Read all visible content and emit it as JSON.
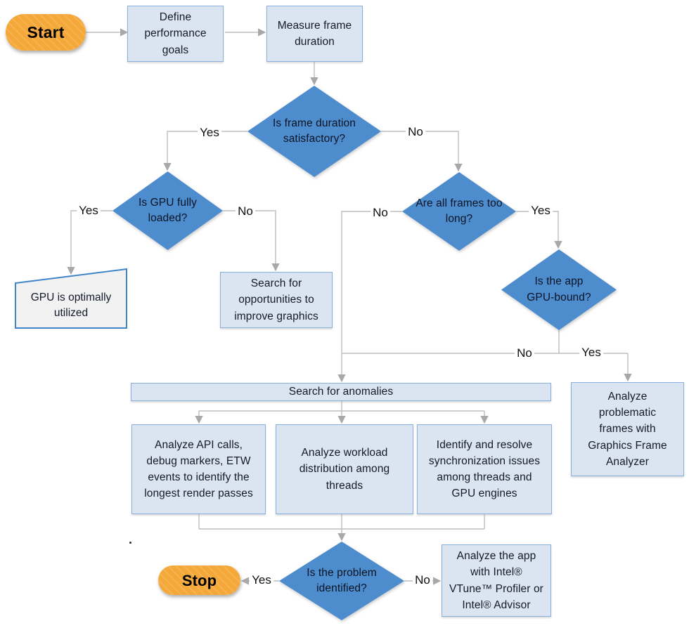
{
  "colors": {
    "canvas_bg": "#ffffff",
    "diamond": "#4d8dce",
    "diamond_text": "#0c1322",
    "box_fill": "#dbe5f2",
    "box_border": "#8ab1de",
    "box_text": "#14192a",
    "result_fill": "#f2f2f2",
    "result_border": "#3e86c8",
    "line": "#bdbdbd",
    "arrow": "#a8a8a8",
    "pill_fill": "#f4a83a",
    "pill_stripe": "#f6b350",
    "pill_text": "#000000",
    "label_text": "#101010"
  },
  "nodes": {
    "start": {
      "label": "Start"
    },
    "define_goals": {
      "label": "Define performance goals"
    },
    "measure_frame": {
      "label": "Measure frame duration"
    },
    "d_frame_satisfactory": {
      "label": "Is frame duration satisfactory?"
    },
    "d_gpu_loaded": {
      "label": "Is GPU fully loaded?"
    },
    "gpu_utilized": {
      "label": "GPU is optimally utilized"
    },
    "search_opportunities": {
      "label": "Search for opportunities to improve graphics"
    },
    "d_frames_too_long": {
      "label": "Are all frames too long?"
    },
    "d_gpu_bound": {
      "label": "Is the app GPU-bound?"
    },
    "search_anomalies": {
      "label": "Search for anomalies"
    },
    "analyze_api": {
      "label": "Analyze API calls, debug markers, ETW events to identify the longest render passes"
    },
    "analyze_workload": {
      "label": "Analyze workload distribution among threads"
    },
    "identify_sync": {
      "label": "Identify and resolve synchronization issues among threads and GPU engines"
    },
    "analyze_frames": {
      "label": "Analyze problematic frames with Graphics Frame Analyzer"
    },
    "d_problem_identified": {
      "label": "Is the problem identified?"
    },
    "stop": {
      "label": "Stop"
    },
    "analyze_vtune": {
      "label": "Analyze the app with Intel® VTune™ Profiler or Intel® Advisor"
    }
  },
  "edge_labels": {
    "d1_yes": "Yes",
    "d1_no": "No",
    "d2_yes": "Yes",
    "d2_no": "No",
    "d3_no": "No",
    "d3_yes": "Yes",
    "d4_no": "No",
    "d4_yes": "Yes",
    "d5_yes": "Yes",
    "d5_no": "No"
  }
}
